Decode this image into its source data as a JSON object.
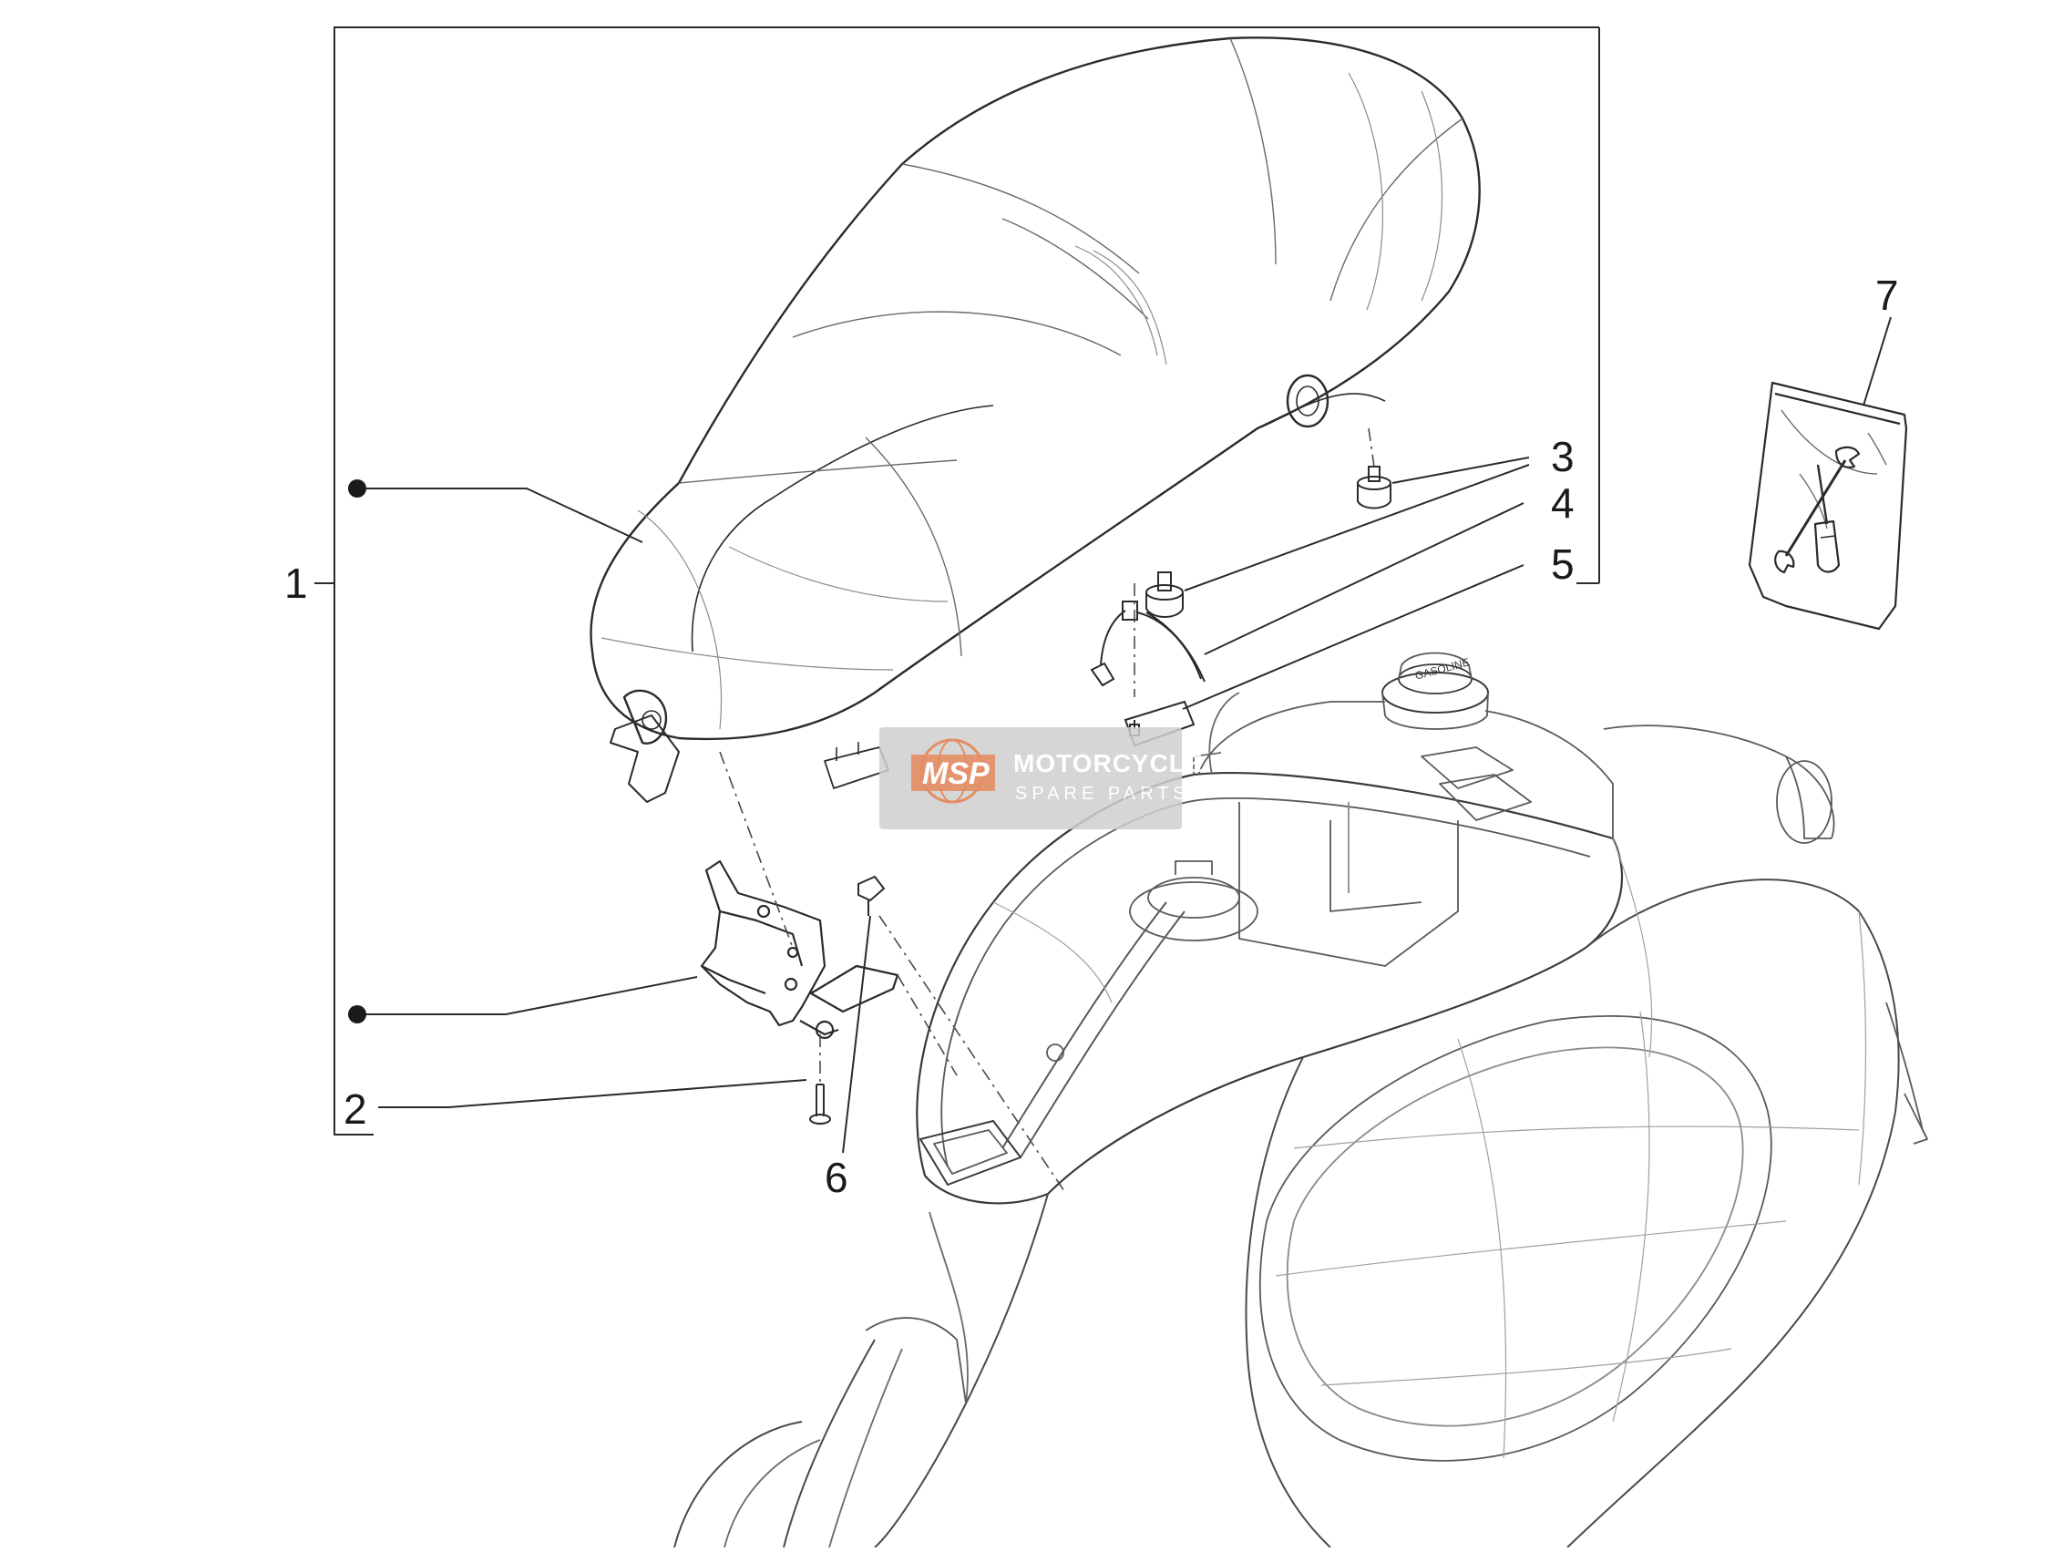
{
  "callouts": {
    "c1": "1",
    "c2": "2",
    "c3": "3",
    "c4": "4",
    "c5": "5",
    "c6": "6",
    "c7": "7"
  },
  "watermark": {
    "logo": "MSP",
    "title": "MOTORCYCLE",
    "subtitle": "SPARE PARTS"
  },
  "fuel_cap_text": "GASOLINE",
  "colors": {
    "line": "#2b2b2b",
    "light_line": "#8a8a8a",
    "watermark_bg": "#cfcfcf",
    "watermark_logo": "#e07a4a",
    "watermark_text": "#ffffff"
  }
}
